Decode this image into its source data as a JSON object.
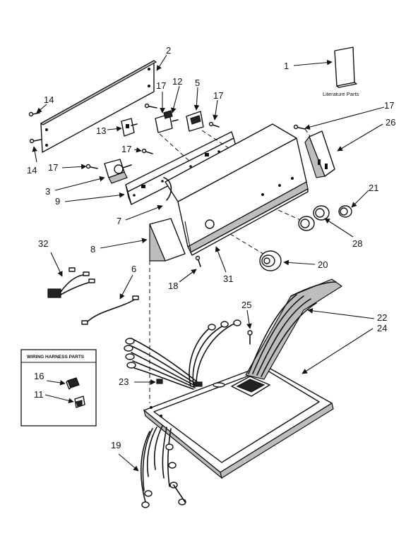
{
  "literature_label": "Literature Parts",
  "harness_box_title": "WIRING HARNESS PARTS",
  "callouts": [
    "1",
    "2",
    "3",
    "5",
    "6",
    "7",
    "8",
    "9",
    "11",
    "12",
    "13",
    "14",
    "14",
    "16",
    "17",
    "17",
    "17",
    "17",
    "17",
    "18",
    "19",
    "20",
    "21",
    "22",
    "23",
    "24",
    "25",
    "26",
    "28",
    "31",
    "32"
  ]
}
